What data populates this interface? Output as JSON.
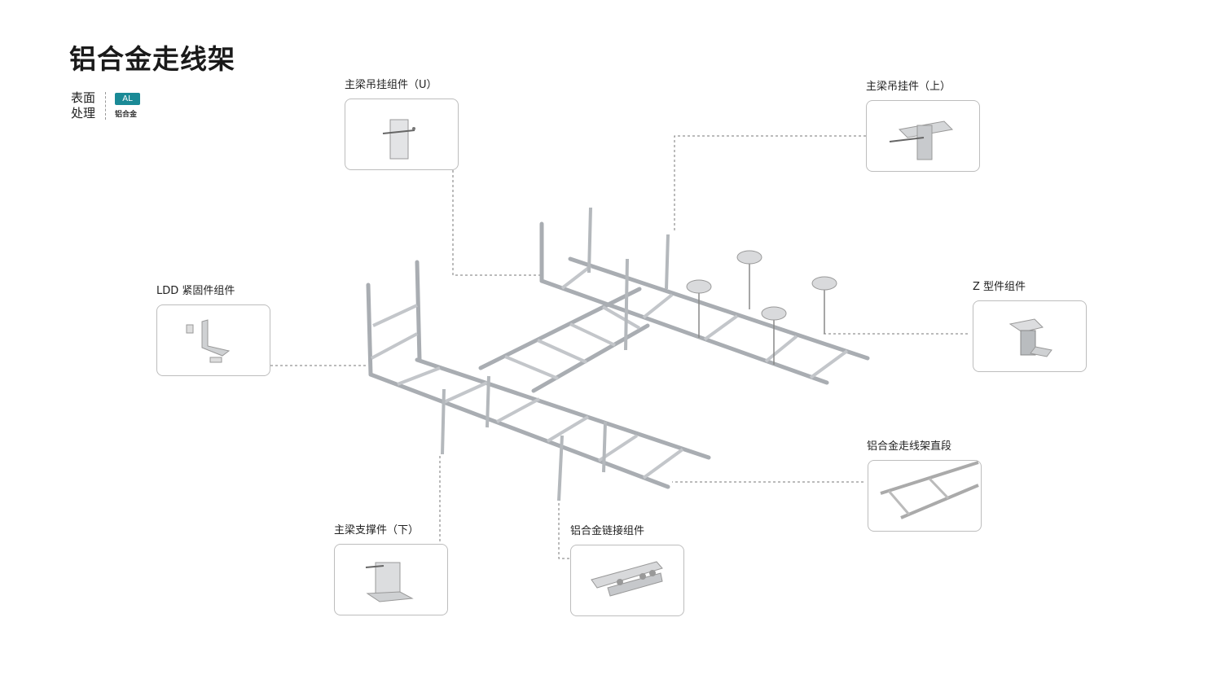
{
  "title": "铝合金走线架",
  "surface": {
    "label": "表面处理",
    "badge": "AL",
    "material": "铝合金"
  },
  "components": [
    {
      "label": "主梁吊挂组件（U）",
      "icon": "u-hanger-icon"
    },
    {
      "label": "主梁吊挂件（上）",
      "icon": "top-hanger-icon"
    },
    {
      "label": "LDD 紧固件组件",
      "icon": "fastener-icon"
    },
    {
      "label": "Z 型件组件",
      "icon": "z-bracket-icon"
    },
    {
      "label": "铝合金走线架直段",
      "icon": "ladder-section-icon"
    },
    {
      "label": "主梁支撑件（下）",
      "icon": "support-bracket-icon"
    },
    {
      "label": "铝合金链接组件",
      "icon": "splice-plate-icon"
    }
  ],
  "colors": {
    "accent": "#1a8a96",
    "metal": "#c9ccd0",
    "outline": "#8a8e93"
  }
}
